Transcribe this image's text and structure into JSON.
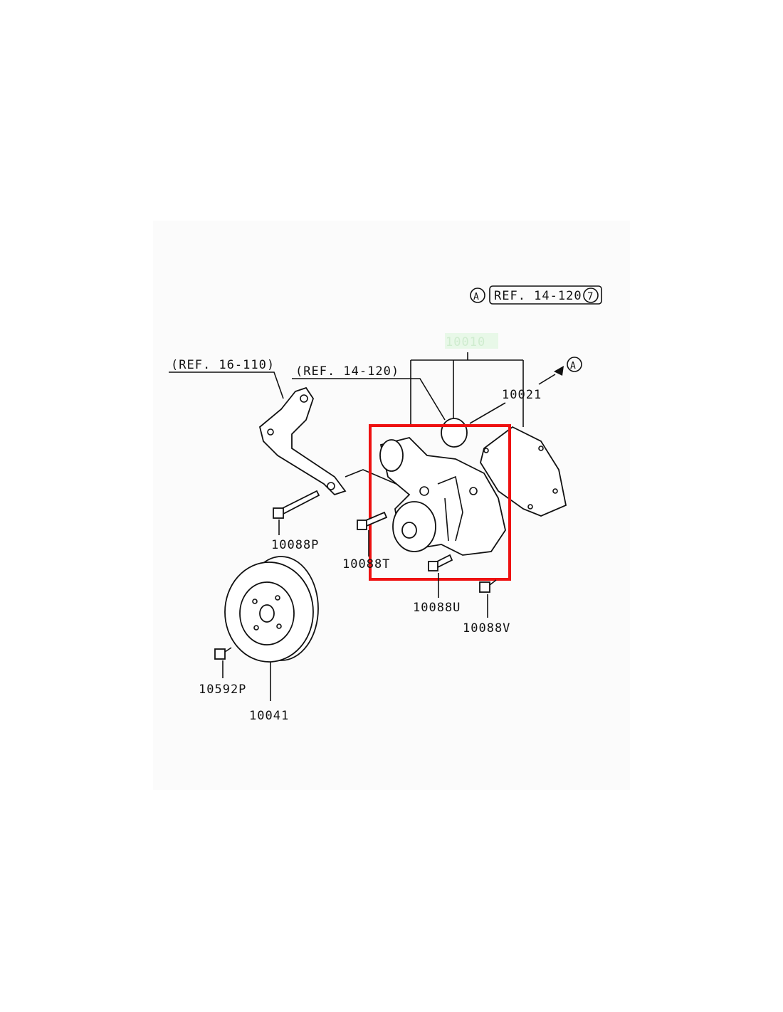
{
  "diagram": {
    "refs": {
      "ref_a_circle": "A",
      "ref_top_box": "REF. 14-120",
      "ref_top_box_num": "7",
      "ref_bracket": "(REF. 16-110)",
      "ref_pump": "(REF. 14-120)",
      "ref_arrow_circle": "A"
    },
    "parts": {
      "assembly": "10010",
      "gasket": "10021",
      "bolt_p": "10088P",
      "bolt_t": "10088T",
      "bolt_u": "10088U",
      "bolt_v": "10088V",
      "bolt_pulley": "10592P",
      "pulley": "10041"
    },
    "highlight_color": "#ee1111",
    "assembly_label_color": "#d6f5d6"
  }
}
